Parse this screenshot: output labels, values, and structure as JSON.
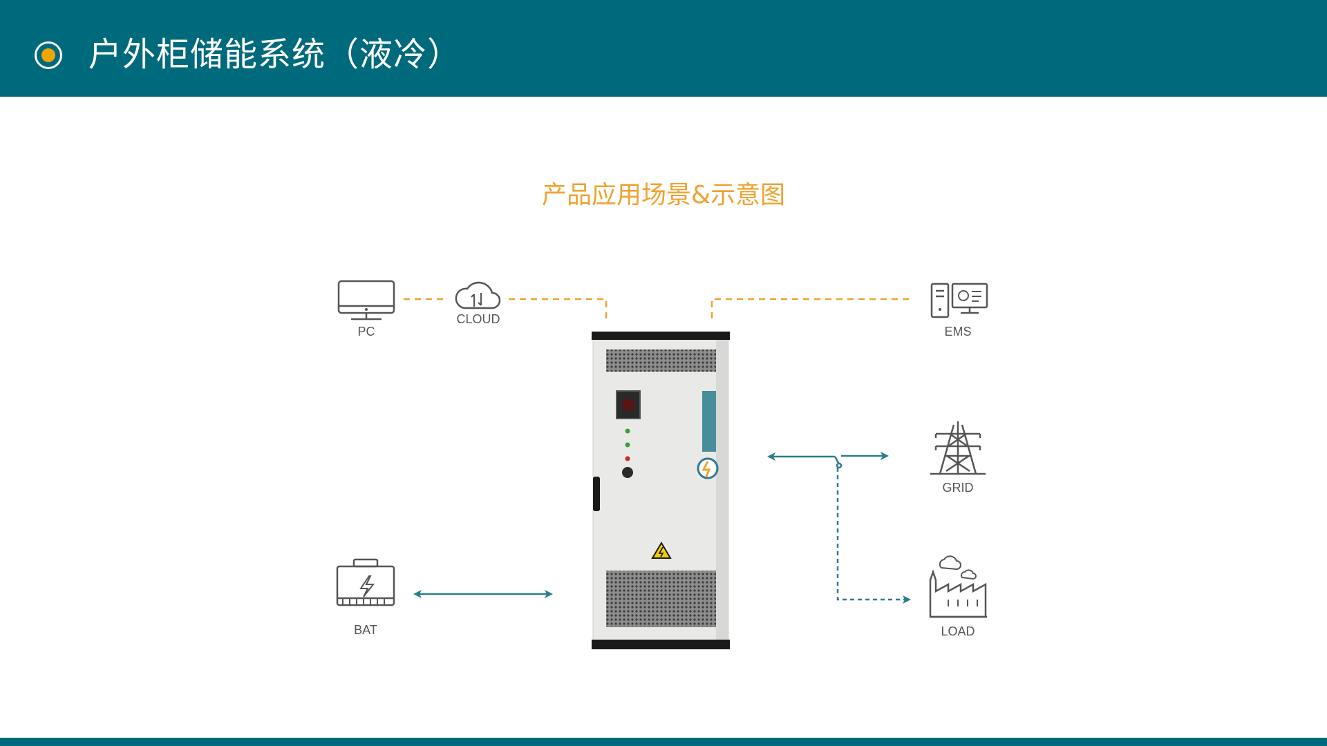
{
  "header": {
    "title": "户外柜储能系统（液冷）"
  },
  "diagram": {
    "subtitle": "产品应用场景&示意图",
    "nodes": {
      "pc": "PC",
      "cloud": "CLOUD",
      "ems": "EMS",
      "grid": "GRID",
      "load": "LOAD",
      "bat": "BAT"
    },
    "colors": {
      "accent": "#f0a22e",
      "connection": "#2a7d8c",
      "header": "#006a7d",
      "icon": "#555555"
    }
  }
}
